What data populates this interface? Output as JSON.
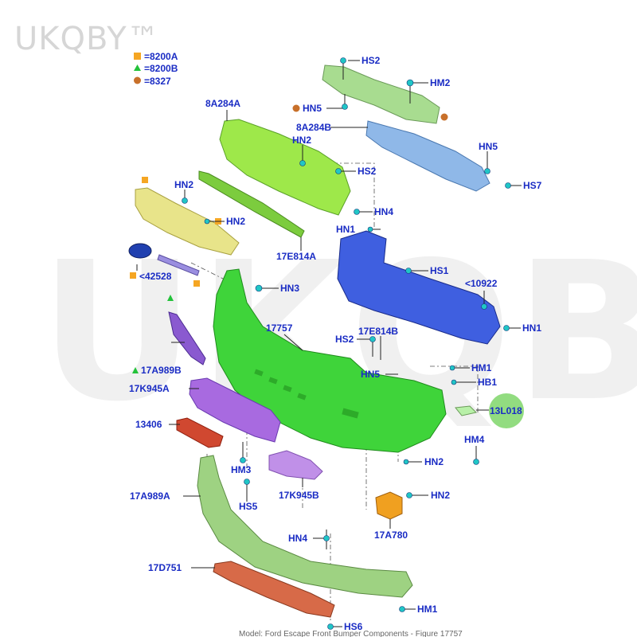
{
  "watermark": {
    "top_left": "UKQBY™",
    "center": "UKQBY™"
  },
  "legend": [
    {
      "label": "=8200A",
      "marker": "square",
      "color": "#f5a623"
    },
    {
      "label": "=8200B",
      "marker": "triangle",
      "color": "#23c23a"
    },
    {
      "label": "=8327",
      "marker": "circle",
      "color": "#c8702a"
    }
  ],
  "colors": {
    "label_text": "#1a2cc4",
    "grille_green": "#9ee84a",
    "bumper_green": "#3fd43a",
    "reinforcement_blue": "#3f5fe0",
    "absorber_lightblue": "#8fb8e8",
    "upper_absorber_green": "#a8dc90",
    "lower_grille_purple": "#a86ae0",
    "lower_valance_green": "#9ed282",
    "skid_plate_red": "#d76a48",
    "upper_grille_yellow": "#e8e48a",
    "fog_lamp_orange": "#f0a020",
    "circle_13l018": "#7fd66a",
    "clip_cyan": "#20c6c6"
  },
  "labels": {
    "hs2_top": "HS2",
    "hm2_top": "HM2",
    "hn5_top": "HN5",
    "p8a284a": "8A284A",
    "p8a284b": "8A284B",
    "hn2_grille": "HN2",
    "hs2_mid": "HS2",
    "hn5_right": "HN5",
    "hs7": "HS7",
    "hn2_left": "HN2",
    "hn2_left2": "HN2",
    "hn4_mid": "HN4",
    "hn1_top": "HN1",
    "p17e814a": "17E814A",
    "hs1": "HS1",
    "p42528": "<42528",
    "hn3": "HN3",
    "p10922": "<10922",
    "p17757": "17757",
    "hn1_right": "HN1",
    "hs2_bump": "HS2",
    "p17e814b": "17E814B",
    "p17a989b": "17A989B",
    "hm1_top": "HM1",
    "hn5_bump": "HN5",
    "hb1": "HB1",
    "p17k945a": "17K945A",
    "p13l018": "13L018",
    "p13406": "13406",
    "hm4": "HM4",
    "hn2_bump": "HN2",
    "hm3": "HM3",
    "p17a989a": "17A989A",
    "p17k945b": "17K945B",
    "hn2_fog": "HN2",
    "hs5": "HS5",
    "hn4_low": "HN4",
    "p17a780": "17A780",
    "p17d751": "17D751",
    "hm1_bottom": "HM1",
    "hs6": "HS6"
  },
  "footer_text": "Model: Ford Escape Front Bumper Components - Figure 17757"
}
